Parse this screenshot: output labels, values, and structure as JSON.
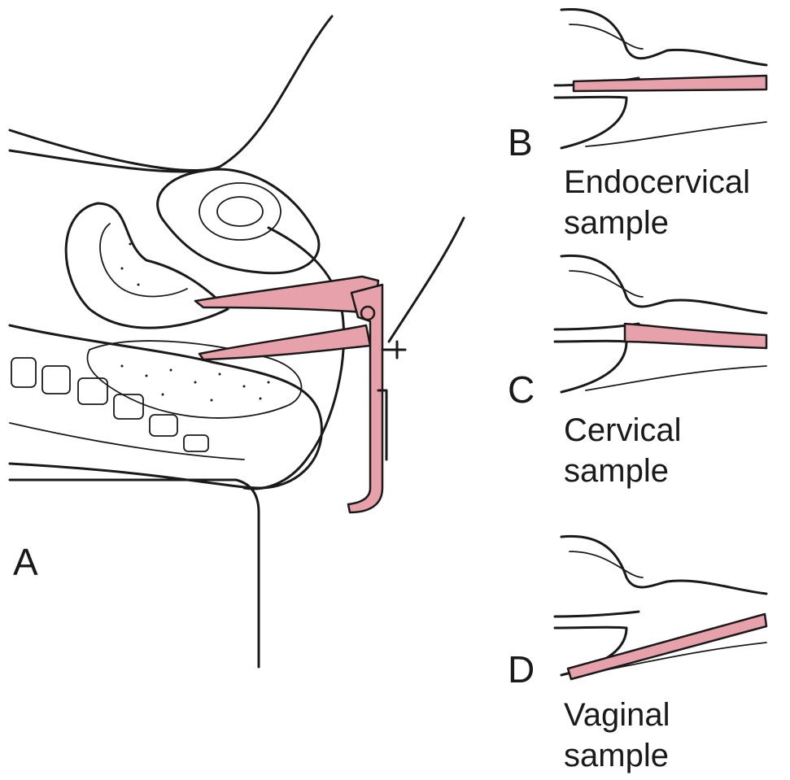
{
  "panels": {
    "a": {
      "letter": "A"
    },
    "b": {
      "letter": "B",
      "caption_line1": "Endocervical",
      "caption_line2": "sample"
    },
    "c": {
      "letter": "C",
      "caption_line1": "Cervical",
      "caption_line2": "sample"
    },
    "d": {
      "letter": "D",
      "caption_line1": "Vaginal",
      "caption_line2": "sample"
    }
  },
  "colors": {
    "instrument": "#e7a1ab",
    "line": "#1a1a1a",
    "background": "#ffffff"
  }
}
